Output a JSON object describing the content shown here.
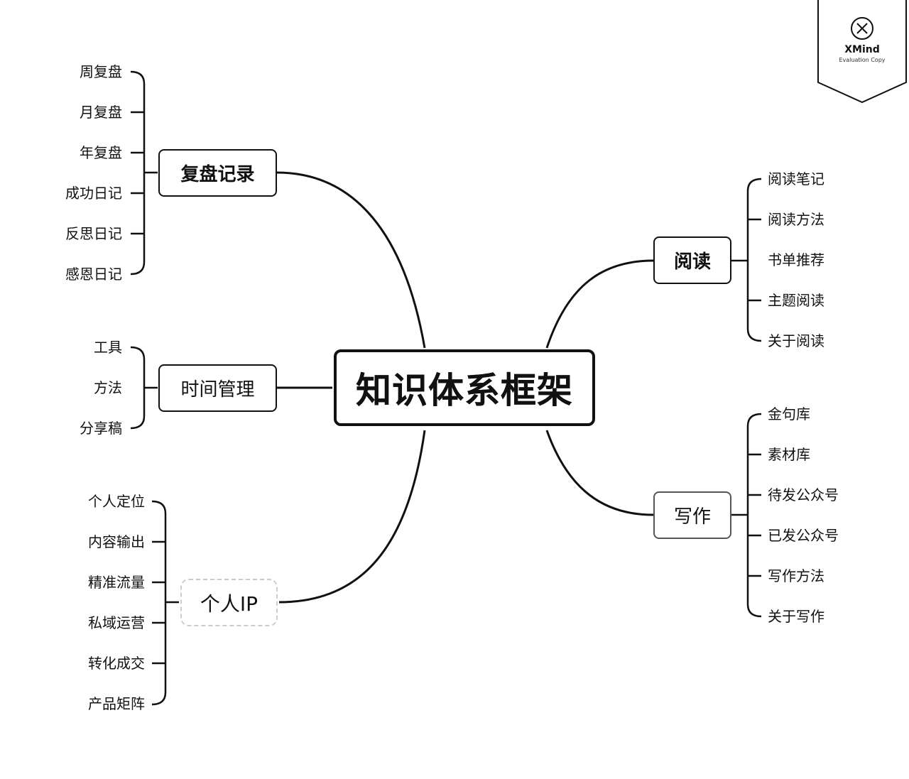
{
  "central": {
    "label": "知识体系框架"
  },
  "branches": {
    "review": {
      "label": "复盘记录",
      "items": [
        "周复盘",
        "月复盘",
        "年复盘",
        "成功日记",
        "反思日记",
        "感恩日记"
      ]
    },
    "time": {
      "label": "时间管理",
      "items": [
        "工具",
        "方法",
        "分享稿"
      ]
    },
    "ip": {
      "label": "个人IP",
      "items": [
        "个人定位",
        "内容输出",
        "精准流量",
        "私域运营",
        "转化成交",
        "产品矩阵"
      ]
    },
    "reading": {
      "label": "阅读",
      "items": [
        "阅读笔记",
        "阅读方法",
        "书单推荐",
        "主题阅读",
        "关于阅读"
      ]
    },
    "writing": {
      "label": "写作",
      "items": [
        "金句库",
        "素材库",
        "待发公众号",
        "已发公众号",
        "写作方法",
        "关于写作"
      ]
    }
  },
  "watermark": {
    "title": "XMind",
    "subtitle": "Evaluation Copy",
    "icon": "xmind-logo-icon"
  }
}
